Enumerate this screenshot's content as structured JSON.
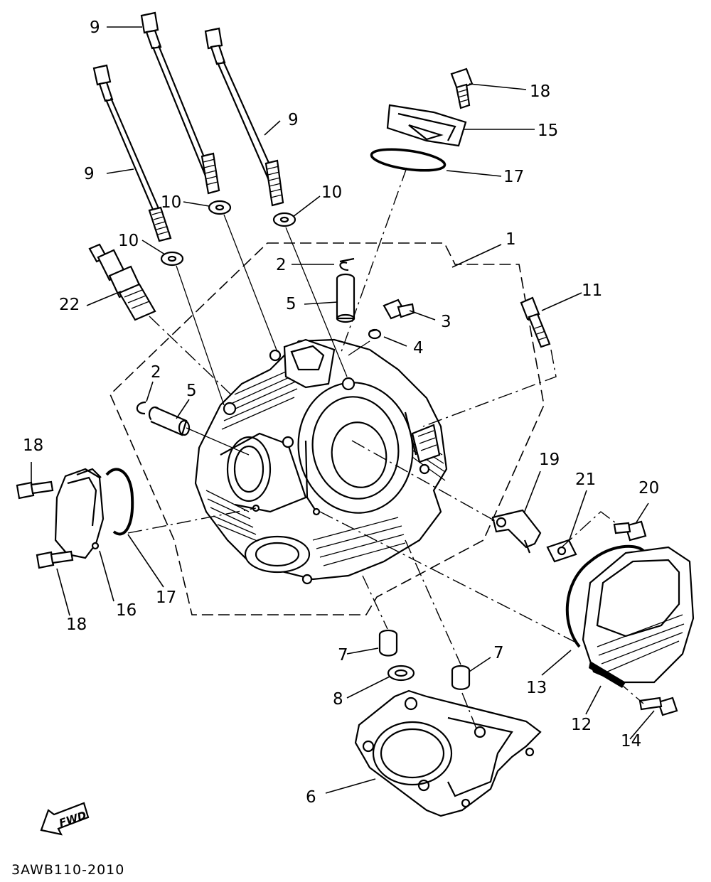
{
  "diagram": {
    "code": "3AWB110-2010",
    "fwd_label": "FWD",
    "callouts": {
      "c1": "1",
      "c2a": "2",
      "c2b": "2",
      "c3": "3",
      "c4": "4",
      "c5a": "5",
      "c5b": "5",
      "c6": "6",
      "c7a": "7",
      "c7b": "7",
      "c8": "8",
      "c9a": "9",
      "c9b": "9",
      "c9c": "9",
      "c10a": "10",
      "c10b": "10",
      "c10c": "10",
      "c11": "11",
      "c12": "12",
      "c13": "13",
      "c14": "14",
      "c15": "15",
      "c16": "16",
      "c17a": "17",
      "c17b": "17",
      "c18a": "18",
      "c18b": "18",
      "c18c": "18",
      "c19": "19",
      "c20": "20",
      "c21": "21",
      "c22": "22"
    }
  }
}
